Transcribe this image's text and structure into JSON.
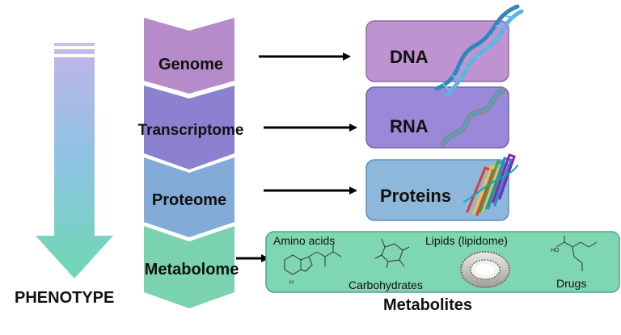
{
  "phenotype_label": "PHENOTYPE",
  "levels": [
    {
      "label": "Genome",
      "color_top": "#c19ad3",
      "color_bottom": "#b48ac8"
    },
    {
      "label": "Transcriptome",
      "color_top": "#9c8fd8",
      "color_bottom": "#8a7fd0"
    },
    {
      "label": "Proteome",
      "color_top": "#8fb4dc",
      "color_bottom": "#7fa8d6"
    },
    {
      "label": "Metabolome",
      "color_top": "#86d6b8",
      "color_bottom": "#78cfae"
    }
  ],
  "molecules": [
    {
      "label": "DNA",
      "color": "#bf93d0"
    },
    {
      "label": "RNA",
      "color": "#9a88d8"
    },
    {
      "label": "Proteins",
      "color": "#8db8dc"
    }
  ],
  "metabolites": {
    "title": "Metabolites",
    "color": "#7fd6b2",
    "items": [
      "Amino acids",
      "Carbohydrates",
      "Lipids (lipidome)",
      "Drugs"
    ],
    "icons": [
      "tryptophan-structure-icon",
      "glucose-structure-icon",
      "liposome-icon",
      "valproic-acid-structure-icon"
    ]
  },
  "colors": {
    "phenotype_arrow_top": "#bdb6e6",
    "phenotype_arrow_bottom": "#6fd8b4",
    "dna_helix": "#3a93c8",
    "arrow": "#000000"
  }
}
